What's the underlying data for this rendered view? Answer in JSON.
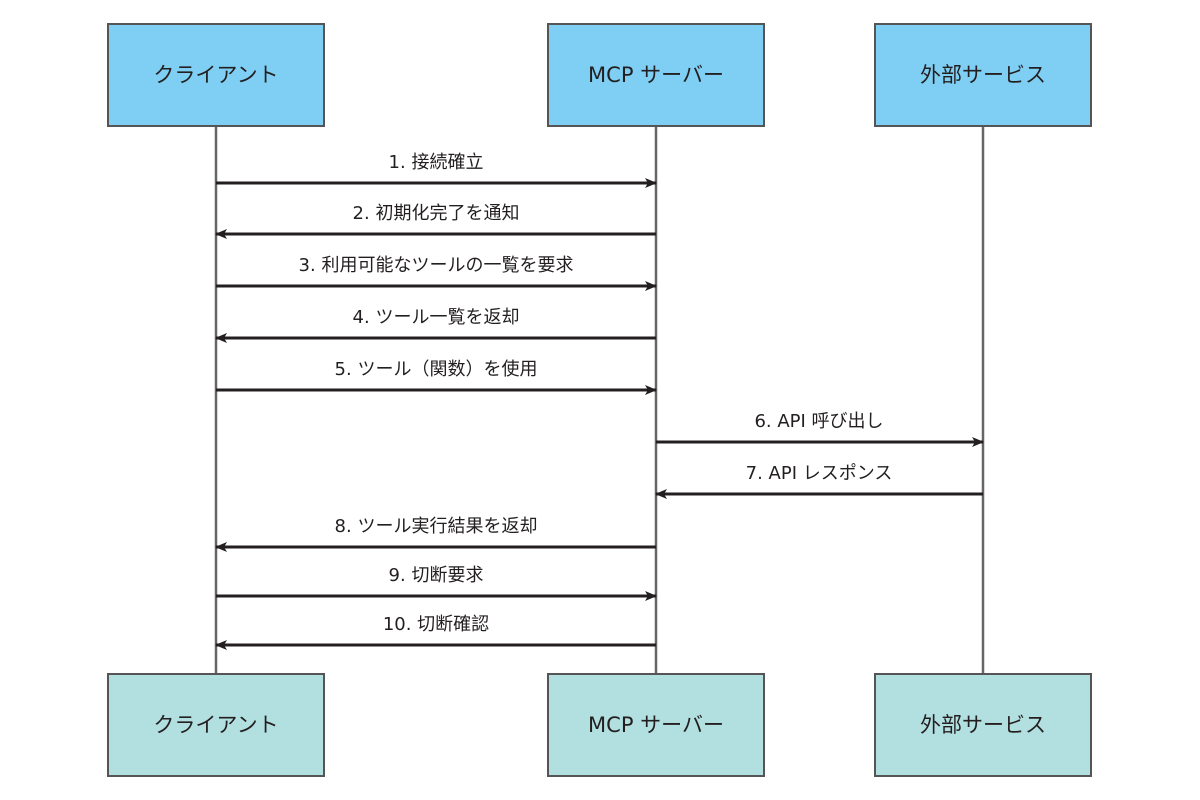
{
  "participants": [
    {
      "id": "client",
      "label": "クライアント"
    },
    {
      "id": "server",
      "label": "MCP サーバー"
    },
    {
      "id": "service",
      "label": "外部サービス"
    }
  ],
  "messages": [
    {
      "label": "1. 接続確立",
      "from": "client",
      "to": "server"
    },
    {
      "label": "2. 初期化完了を通知",
      "from": "server",
      "to": "client"
    },
    {
      "label": "3. 利用可能なツールの一覧を要求",
      "from": "client",
      "to": "server"
    },
    {
      "label": "4. ツール一覧を返却",
      "from": "server",
      "to": "client"
    },
    {
      "label": "5. ツール（関数）を使用",
      "from": "client",
      "to": "server"
    },
    {
      "label": "6. API 呼び出し",
      "from": "server",
      "to": "service"
    },
    {
      "label": "7. API レスポンス",
      "from": "service",
      "to": "server"
    },
    {
      "label": "8. ツール実行結果を返却",
      "from": "server",
      "to": "client"
    },
    {
      "label": "9. 切断要求",
      "from": "client",
      "to": "server"
    },
    {
      "label": "10. 切断確認",
      "from": "server",
      "to": "client"
    }
  ],
  "colors": {
    "top_box_fill": "#7fcff4",
    "bottom_box_fill": "#b2dfe0",
    "box_border": "#555555",
    "lifeline": "#666666",
    "arrow": "#231f20"
  }
}
